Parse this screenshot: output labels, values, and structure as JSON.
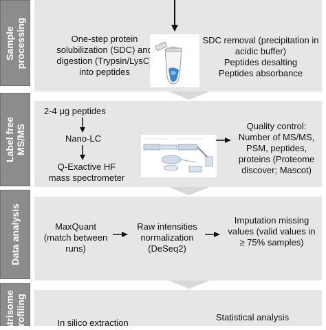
{
  "sections": [
    {
      "label": [
        "Sample",
        "processing"
      ],
      "left_text": [
        "One-step protein",
        "solubilization (SDC) and",
        "digestion (Trypsin/LysC)",
        "into peptides"
      ],
      "right_text": [
        "SDC removal (precipitation in",
        "acidic buffer)",
        "Peptides desalting",
        "Peptides absorbance"
      ],
      "image_icon": "tube-icon"
    },
    {
      "label": [
        "Label free",
        "MS/MS"
      ],
      "step1": "2-4 μg peptides",
      "step2": "Nano-LC",
      "step3": [
        "Q-Exactive HF",
        "mass spectrometer"
      ],
      "image_icon": "mass-spectrometer-schematic",
      "right_text": [
        "Quality control:",
        "Number of MS/MS,",
        "PSM, peptides,",
        "proteins (Proteome",
        "discover; Mascot)"
      ]
    },
    {
      "label": [
        "Data analysis"
      ],
      "col1": [
        "MaxQuant",
        "(match between",
        "runs)"
      ],
      "col2": [
        "Raw intensities",
        "normalization",
        "(DeSeq2)"
      ],
      "col3": [
        "Imputation missing",
        "values (valid values in",
        "≥ 75% samples)"
      ]
    },
    {
      "label": [
        "atrisome",
        "rofiling"
      ],
      "left_text": [
        "In silico extraction"
      ],
      "right_text": [
        "Statistical analysis"
      ]
    }
  ],
  "colors": {
    "label_bg": "#8c8c8c",
    "panel_bg": "#e6e6e6",
    "arrow": "#111111"
  }
}
